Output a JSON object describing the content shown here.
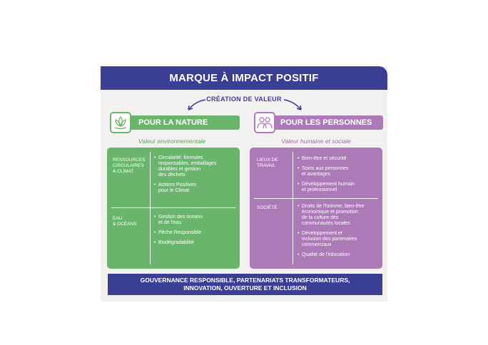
{
  "title": "MARQUE À IMPACT POSITIF",
  "value_creation": "CRÉATION DE VALEUR",
  "nature": {
    "heading": "POUR LA NATURE",
    "subtitle": "Valeur environnementale",
    "icon": "lotus-icon",
    "rows": [
      {
        "label_lines": [
          "RESSOURCES",
          "CIRCULAIRES",
          "& CLIMAT"
        ],
        "bullets": [
          [
            "Circularité: formules",
            "responsables, emballages",
            "durables et gestion",
            "des déchets"
          ],
          [
            "Actions Positives",
            "pour le Climat"
          ]
        ]
      },
      {
        "label_lines": [
          "EAU",
          "& OCÉANS"
        ],
        "bullets": [
          [
            "Gestion des oceans",
            "et de l'eau"
          ],
          [
            "Pêche Responsible"
          ],
          [
            "Biodégradabilité"
          ]
        ]
      }
    ]
  },
  "people": {
    "heading": "POUR LES PERSONNES",
    "subtitle": "Valeur humaine et sociale",
    "icon": "people-icon",
    "rows": [
      {
        "label_lines": [
          "LIEUX DE",
          "TRAVAIL"
        ],
        "bullets": [
          [
            "Bien-être et sécurité"
          ],
          [
            "Soins aux personnes",
            "et avantages"
          ],
          [
            "Développement humain",
            "et professionnel"
          ]
        ]
      },
      {
        "label_lines": [
          "SOCIÉTÉ"
        ],
        "bullets": [
          [
            "Droits de l'homme, bien-être",
            "économique et promotion",
            "de la culture des",
            "communautés locales"
          ],
          [
            "Développement et",
            "inclusion des partenaires",
            "commerciaux"
          ],
          [
            "Qualité de l'éducation"
          ]
        ]
      }
    ]
  },
  "footer_lines": [
    "GOUVERNANCE RESPONSIBLE, PARTENARIATS TRANSFORMATEURS,",
    "INNOVATION, OUVERTURE ET INCLUSION"
  ],
  "colors": {
    "navy": "#3b3f94",
    "green": "#6ab56c",
    "purple": "#ad7ab8",
    "background": "#f2f1ef"
  }
}
